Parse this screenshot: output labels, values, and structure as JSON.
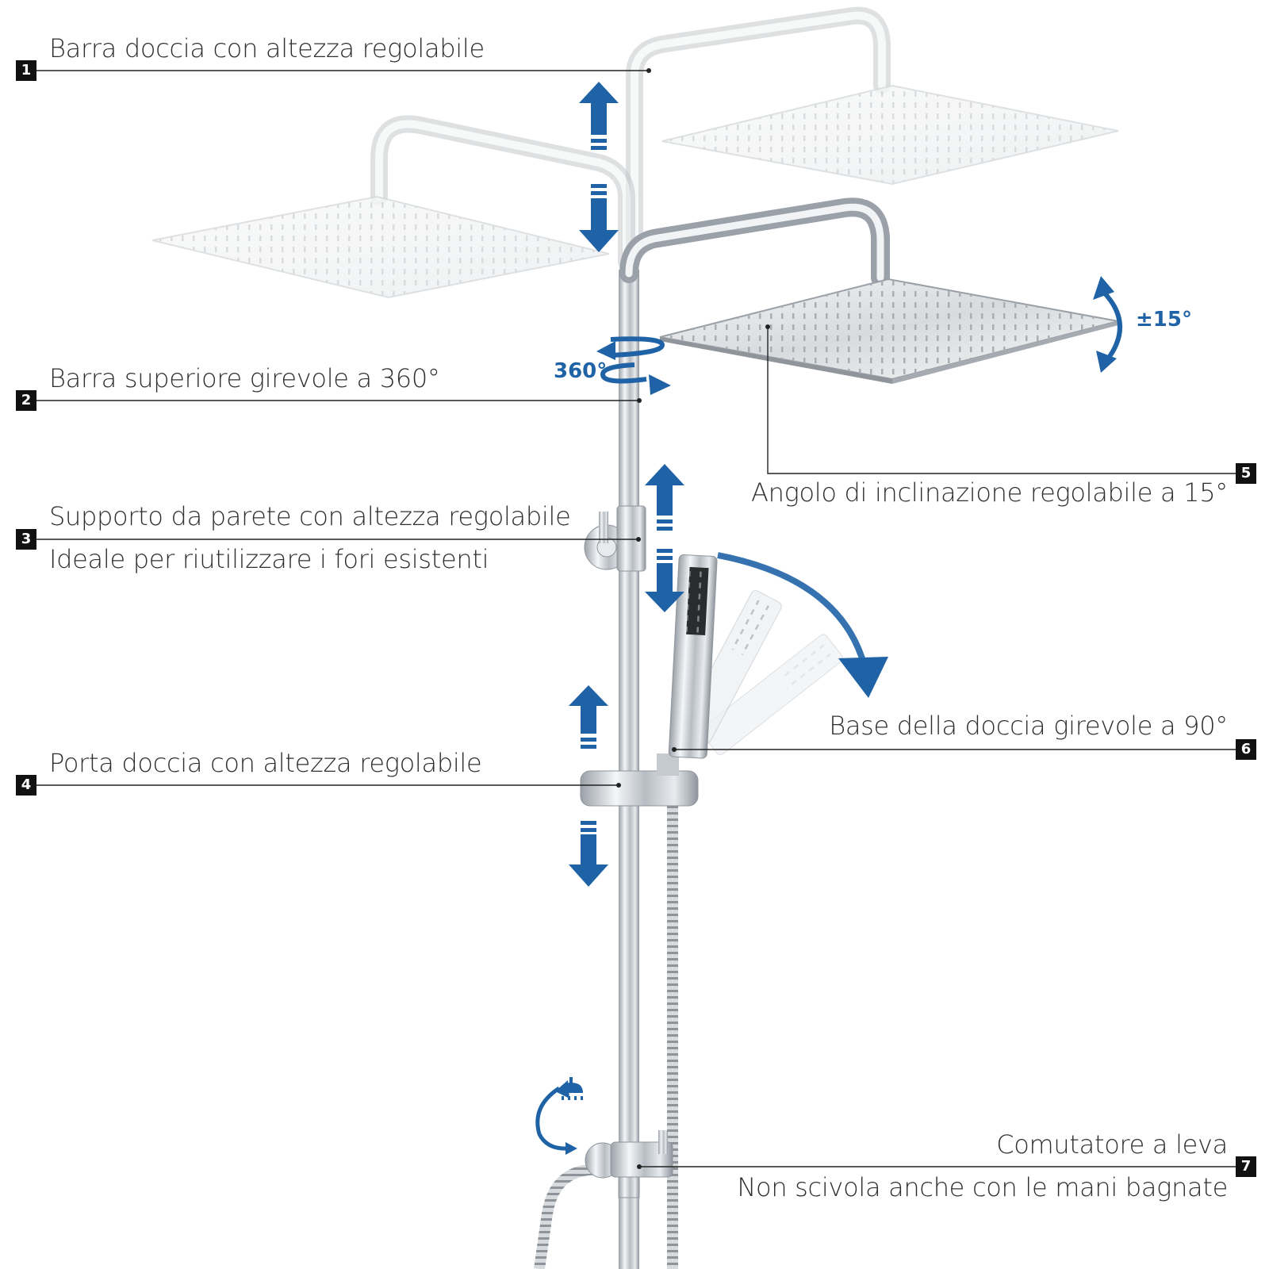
{
  "callouts": [
    {
      "number": "1",
      "lines": [
        "Barra doccia con altezza regolabile"
      ]
    },
    {
      "number": "2",
      "lines": [
        "Barra superiore girevole a 360°"
      ]
    },
    {
      "number": "3",
      "lines": [
        "Supporto da parete con altezza regolabile",
        "Ideale per riutilizzare i fori esistenti"
      ]
    },
    {
      "number": "4",
      "lines": [
        "Porta doccia con altezza regolabile"
      ]
    },
    {
      "number": "5",
      "lines": [
        "Angolo di inclinazione regolabile a 15°"
      ]
    },
    {
      "number": "6",
      "lines": [
        "Base della doccia girevole a 90°"
      ]
    },
    {
      "number": "7",
      "lines": [
        "Comutatore a leva",
        "Non scivola anche con le mani bagnate"
      ]
    }
  ],
  "rotation_marks": {
    "swivel": "360°",
    "tilt": "±15°"
  },
  "colors": {
    "accent": "#1f63a6",
    "badge": "#111111",
    "text": "#2f2f2f",
    "chrome": "#c9ced4"
  }
}
